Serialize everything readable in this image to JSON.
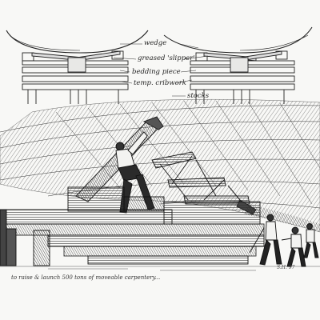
{
  "diagram": {
    "labels": {
      "wedge": "wedge",
      "greased_slipper": "greased 'slipper'",
      "bedding_piece": "bedding piece",
      "temp_cribwork": "temp. cribwork",
      "stocks": "stocks"
    }
  },
  "caption": "to raise & launch 500 tons of moveable carpentery...",
  "signature": "S.H. 97"
}
